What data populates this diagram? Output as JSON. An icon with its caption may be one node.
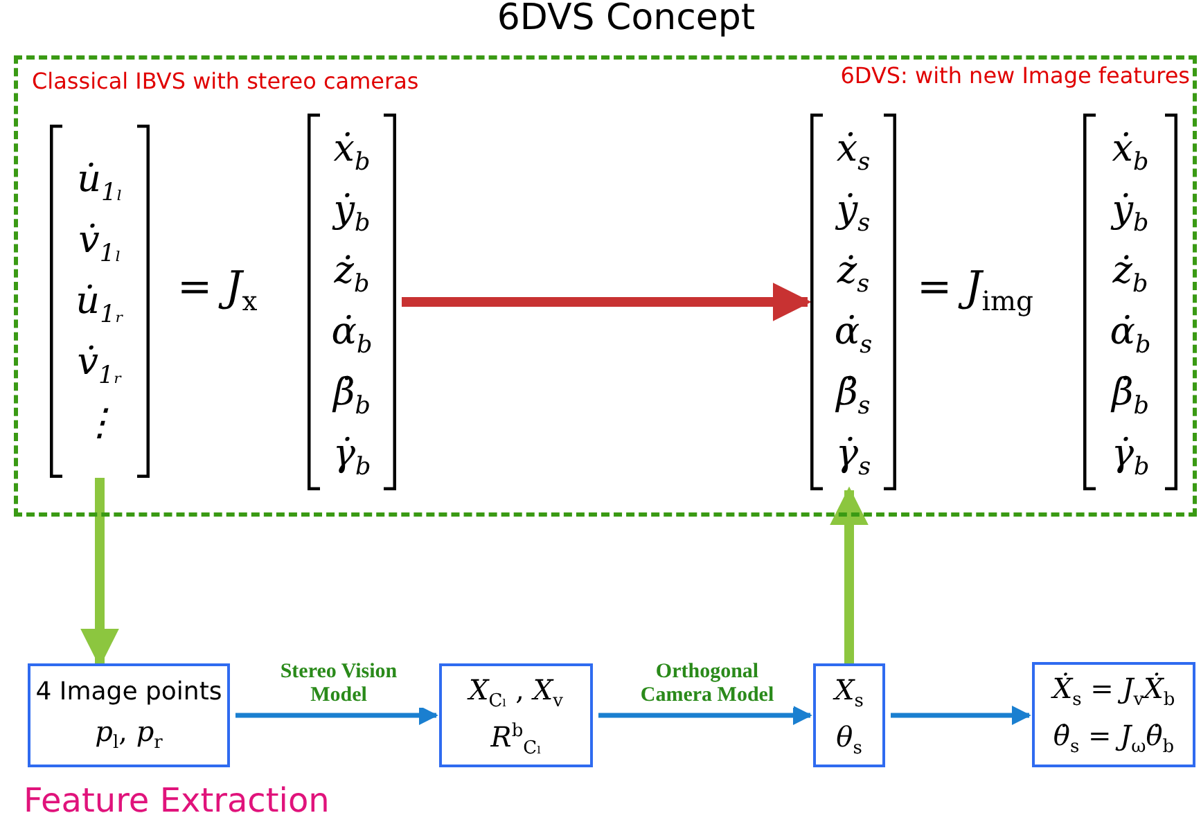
{
  "diagram": {
    "title": "6DVS Concept",
    "nodes": [
      {
        "text": [
          "Classical IBVS with stereo cameras",
          "6DVS: with new Image features"
        ]
      },
      {
        "text": [
          "u̇$_{1ₗ}$",
          "v̇$_{1ₗ}$",
          "u̇$_{1ᵣ}$",
          "v̇$_{1ᵣ}$",
          "⋮"
        ],
        "in": 0
      },
      {
        "text": [
          "ẋ$_{b}$",
          "ẏ$_{b}$",
          "ż$_{b}$",
          "α̇$_{b}$",
          "β̇$_{b}$",
          "γ̇$_{b}$"
        ],
        "in": 0
      },
      {
        "text": [
          "ẋ$_{s}$",
          "ẏ$_{s}$",
          "ż$_{s}$",
          "α̇$_{s}$",
          "β̇$_{s}$",
          "γ̇$_{s}$"
        ],
        "in": 0
      },
      {
        "text": [
          "ẋ$_{b}$",
          "ẏ$_{b}$",
          "ż$_{b}$",
          "α̇$_{b}$",
          "β̇$_{b}$",
          "γ̇$_{b}$"
        ],
        "in": 0
      },
      {
        "text": [
          "4 Image points",
          "*p*$_{l}$, *p*$_{r}$"
        ],
        "beside": [
          "Feature Extraction"
        ]
      },
      {
        "text": [
          "*X*$_{Cₗ}$ , *X*$_{v}$",
          "*R*$^{b}$$_{Cₗ}$"
        ]
      },
      {
        "text": [
          "*X*$_{s}$",
          "*θ*$_{s}$"
        ]
      },
      {
        "text": [
          "*Ẋ*$_{s}$ = *J*$_{v}$*Ẋ*$_{b}$",
          "*θ̇*$_{s}$ = *J*$_{ω}$*θ̇*$_{b}$"
        ]
      }
    ],
    "edges": [
      {
        "from": 1,
        "to": 5,
        "arrow": "to",
        "style": "thick",
        "color": "#8cc63f"
      },
      {
        "from": 2,
        "to": 3,
        "arrow": "to",
        "style": "thick",
        "color": "#c83232"
      },
      {
        "from": 5,
        "to": 6,
        "arrow": "to",
        "label": "Stereo Vision Model"
      },
      {
        "from": 6,
        "to": 7,
        "arrow": "to",
        "label": "Orthogonal Camera Model"
      },
      {
        "from": 7,
        "to": 3,
        "arrow": "to",
        "style": "thick",
        "color": "#8cc63f"
      },
      {
        "from": 7,
        "to": 8,
        "arrow": "to"
      }
    ],
    "labels": [
      "= *J*$_{x}$",
      "= *J*$_{img}$"
    ]
  }
}
